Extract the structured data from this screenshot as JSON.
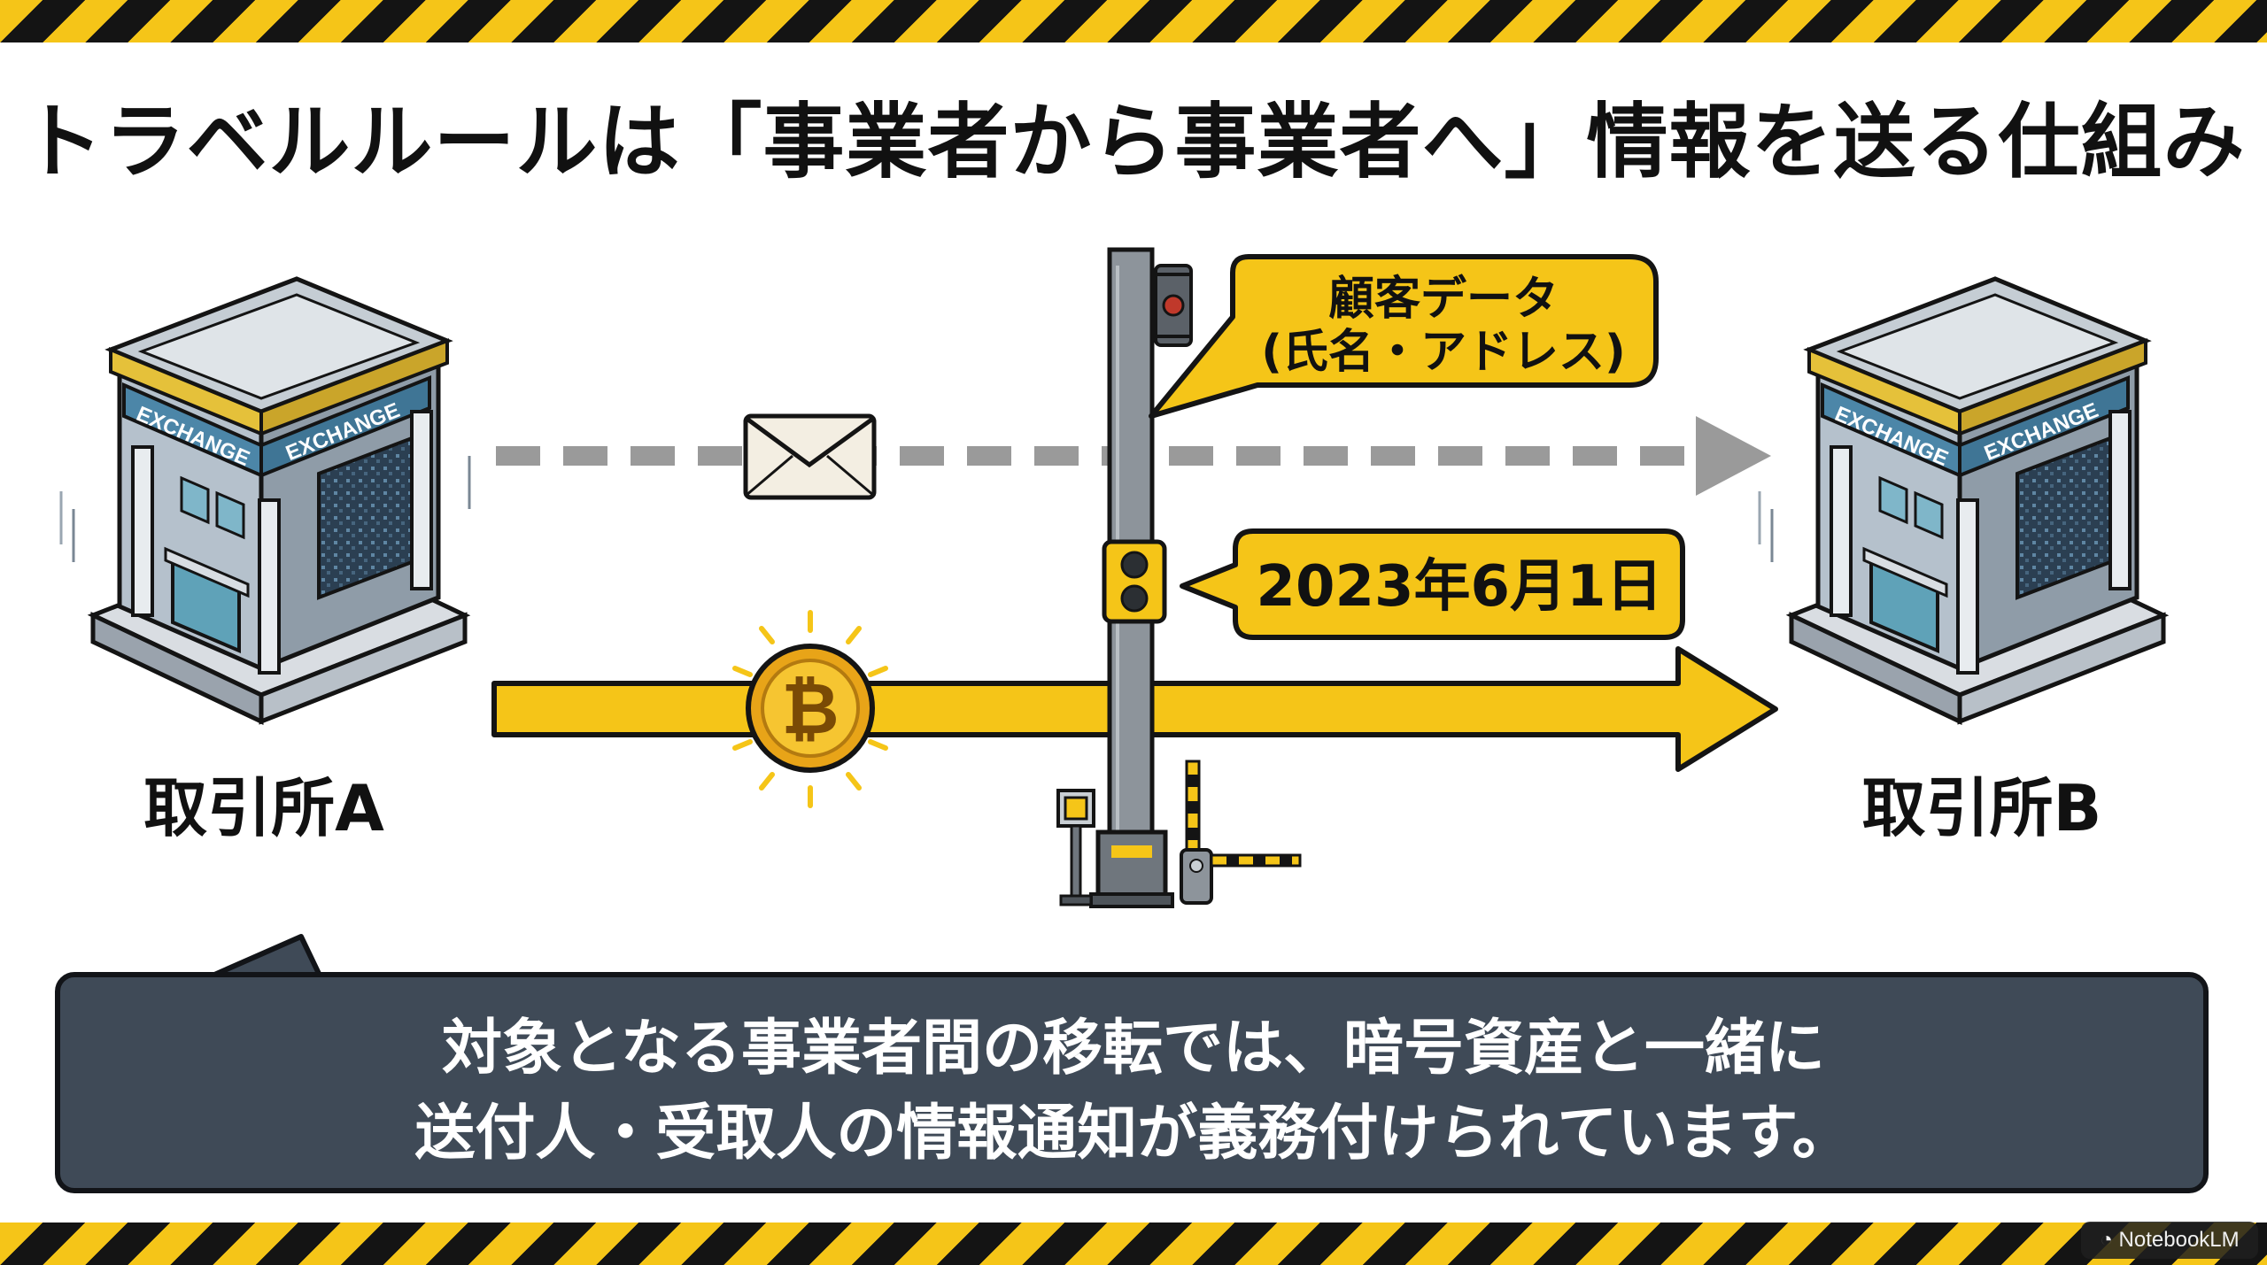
{
  "title": "トラベルルールは「事業者から事業者へ」情報を送る仕組み",
  "exchange_a": {
    "label": "取引所A",
    "sign_text": "EXCHANGE"
  },
  "exchange_b": {
    "label": "取引所B",
    "sign_text": "EXCHANGE"
  },
  "data_bubble": {
    "line1": "顧客データ",
    "line2": "(氏名・アドレス)"
  },
  "date_bubble": {
    "text": "2023年6月1日"
  },
  "coin": {
    "symbol": "₿"
  },
  "caption": {
    "line1": "対象となる事業者間の移転では、暗号資産と一緒に",
    "line2": "送付人・受取人の情報通知が義務付けられています。"
  },
  "badge": {
    "text": "NotebookLM"
  },
  "colors": {
    "accent_yellow": "#f5c518",
    "caption_bg": "#3f4a57",
    "dashed_arrow": "#9a9a9a",
    "outline": "#141414"
  },
  "icons": [
    "exchange-building-icon",
    "envelope-icon",
    "bitcoin-coin-icon",
    "checkpoint-pole-icon",
    "traffic-light-icon",
    "barrier-gate-icon",
    "notebooklm-icon"
  ]
}
